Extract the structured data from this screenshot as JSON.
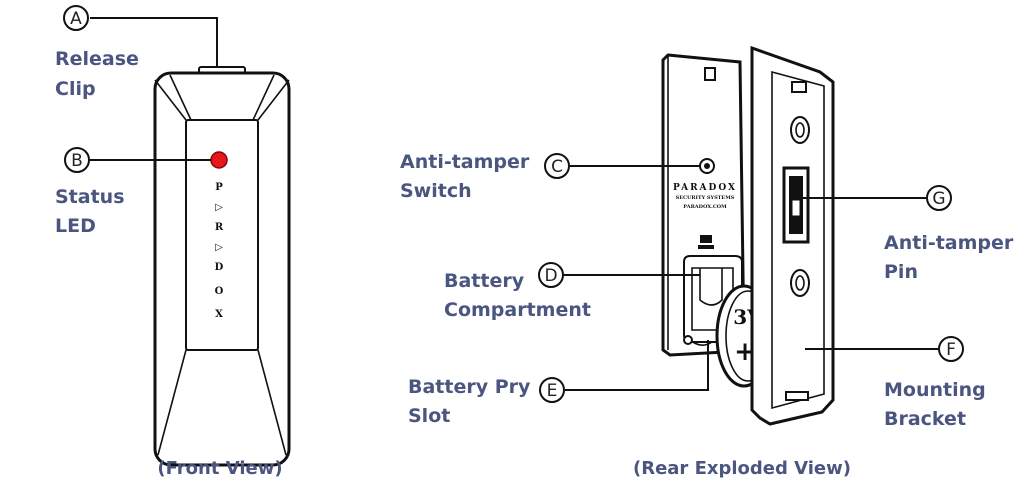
{
  "markers": {
    "a": {
      "letter": "A",
      "label_line1": "Release",
      "label_line2": "Clip"
    },
    "b": {
      "letter": "B",
      "label_line1": "Status",
      "label_line2": "LED"
    },
    "c": {
      "letter": "C",
      "label_line1": "Anti-tamper",
      "label_line2": "Switch"
    },
    "d": {
      "letter": "D",
      "label_line1": "Battery",
      "label_line2": "Compartment"
    },
    "e": {
      "letter": "E",
      "label_line1": "Battery Pry",
      "label_line2": "Slot"
    },
    "f": {
      "letter": "F",
      "label_line1": "Mounting",
      "label_line2": "Bracket"
    },
    "g": {
      "letter": "G",
      "label_line1": "Anti-tamper",
      "label_line2": "Pin"
    }
  },
  "captions": {
    "front": "(Front View)",
    "rear": "(Rear Exploded View)"
  },
  "device": {
    "front_brand_letters": [
      "P",
      "▷",
      "R",
      "▷",
      "D",
      "O",
      "X"
    ],
    "rear_brand": "PARADOX",
    "rear_brand_sub": "SECURITY SYSTEMS",
    "rear_brand_url": "PARADOX.COM",
    "battery_text": "3V",
    "battery_sign": "+"
  },
  "colors": {
    "label_text": "#4a5580",
    "led": "#e8171c",
    "outline": "#111111"
  }
}
